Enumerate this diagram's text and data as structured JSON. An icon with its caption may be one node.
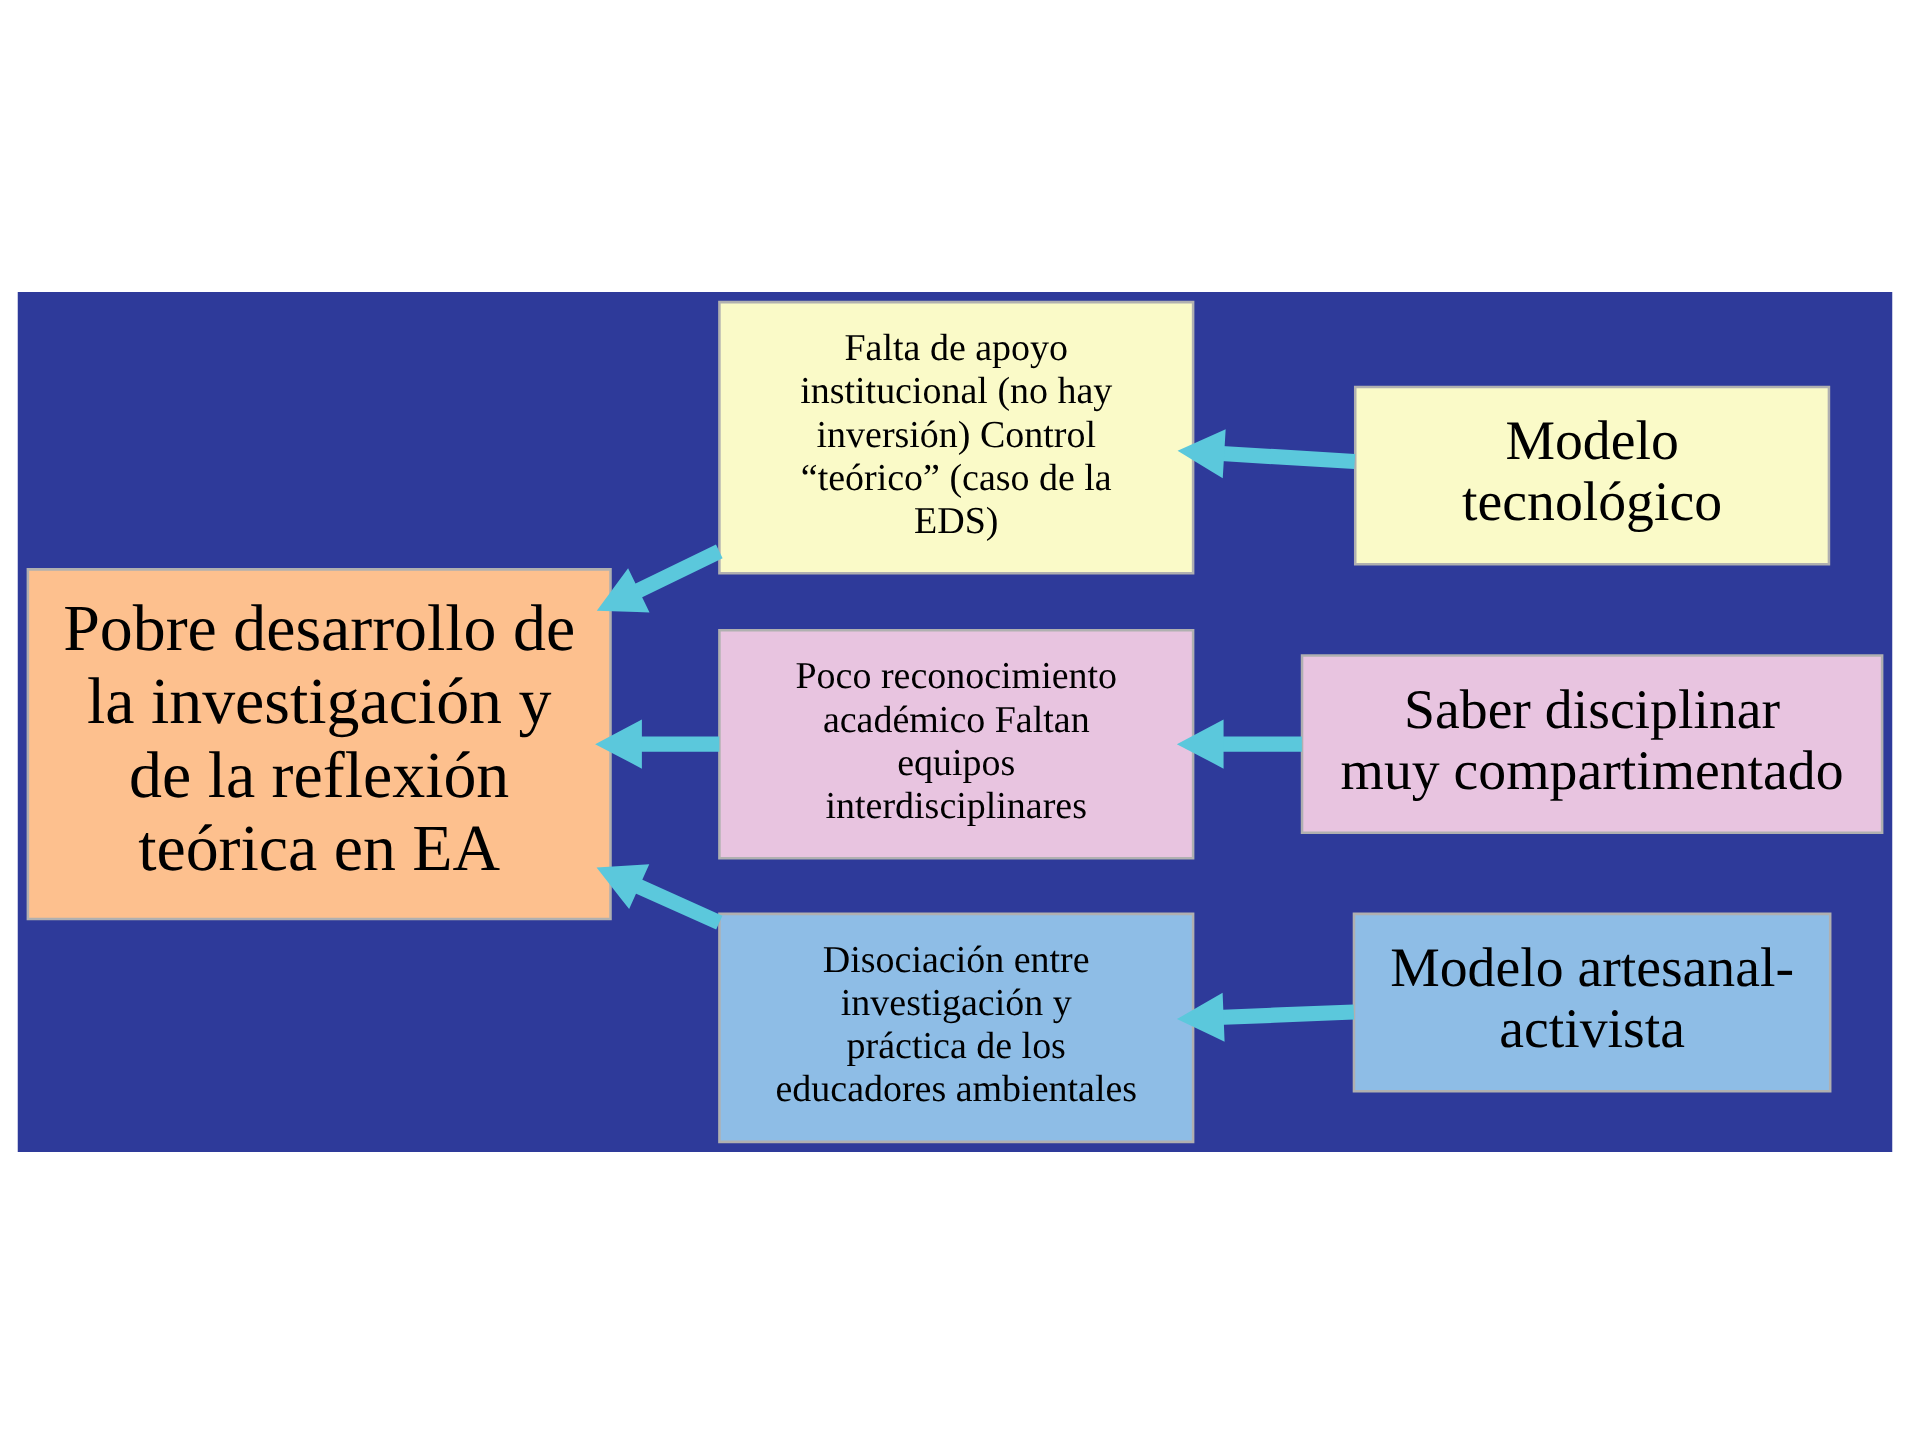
{
  "diagram": {
    "nodes": [
      {
        "text": [
          "Pobre desarrollo de la investigación y de la reflexión teórica en EA"
        ]
      },
      {
        "text": [
          "Falta de apoyo institucional (no hay inversión) Control “teórico” (caso de la EDS)"
        ]
      },
      {
        "text": [
          "Modelo tecnológico"
        ]
      },
      {
        "text": [
          "Poco reconocimiento académico Faltan equipos interdisciplinares"
        ]
      },
      {
        "text": [
          "Saber disciplinar muy compartimentado"
        ]
      },
      {
        "text": [
          "Disociación entre investigación y práctica de los educadores ambientales"
        ]
      },
      {
        "text": [
          "Modelo artesanal-activista"
        ]
      }
    ],
    "edges": [
      {
        "from": 2,
        "to": 1,
        "arrow": "to"
      },
      {
        "from": 1,
        "to": 0,
        "arrow": "to"
      },
      {
        "from": 4,
        "to": 3,
        "arrow": "to"
      },
      {
        "from": 3,
        "to": 0,
        "arrow": "to"
      },
      {
        "from": 6,
        "to": 5,
        "arrow": "to"
      },
      {
        "from": 5,
        "to": 0,
        "arrow": "to"
      }
    ]
  }
}
